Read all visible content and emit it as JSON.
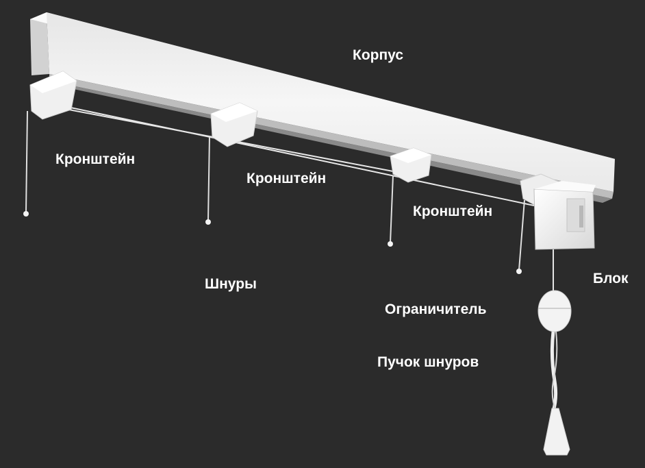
{
  "labels": {
    "housing": "Корпус",
    "bracket_1": "Кронштейн",
    "bracket_2": "Кронштейн",
    "bracket_3": "Кронштейн",
    "cords": "Шнуры",
    "block": "Блок",
    "limiter": "Ограничитель",
    "cord_bundle": "Пучок шнуров"
  },
  "colors": {
    "background": "#2b2b2b",
    "rail": "#f2f2f2",
    "rail_shadow": "#c9c9c9",
    "label_text": "#ffffff"
  }
}
